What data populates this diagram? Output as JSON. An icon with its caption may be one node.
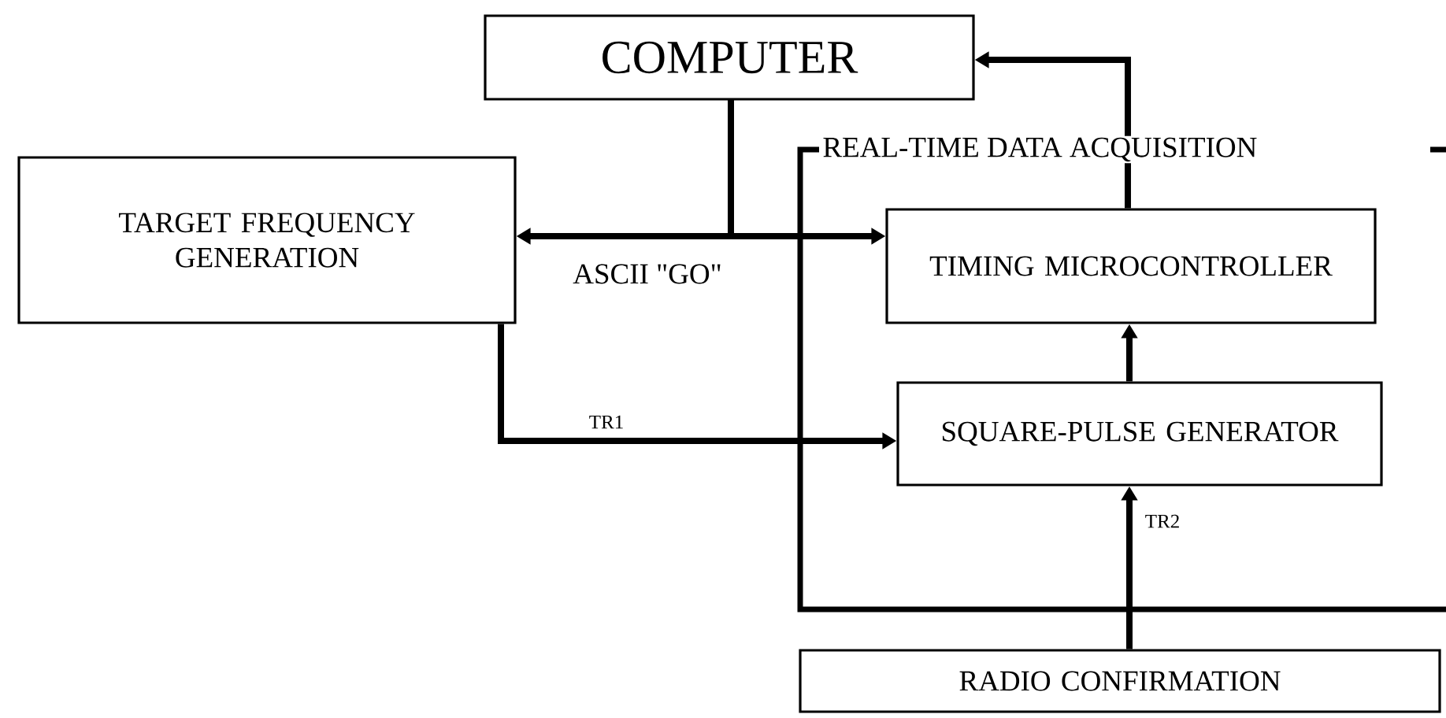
{
  "diagram": {
    "nodes": [
      {
        "text": [
          "COMPUTER"
        ]
      },
      {
        "text": [
          "TARGET FREQUENCY GENERATION"
        ]
      },
      {
        "text": [
          "TIMING MICROCONTROLLER"
        ]
      },
      {
        "text": [
          "SQUARE-PULSE GENERATOR"
        ]
      },
      {
        "text": [
          "RADIO CONFIRMATION"
        ]
      }
    ],
    "edges": [
      {
        "from": 0,
        "to": 1,
        "arrow": "to",
        "label": "ASCII \"GO\""
      },
      {
        "from": 0,
        "to": 2,
        "arrow": "to"
      },
      {
        "from": 2,
        "to": 0,
        "arrow": "to"
      },
      {
        "from": 1,
        "to": 3,
        "arrow": "to",
        "label": "TR1"
      },
      {
        "from": 3,
        "to": 2,
        "arrow": "to"
      },
      {
        "from": 4,
        "to": 3,
        "arrow": "to",
        "label": "TR2"
      }
    ],
    "labels": [
      "REAL-TIME DATA ACQUISITION"
    ]
  }
}
